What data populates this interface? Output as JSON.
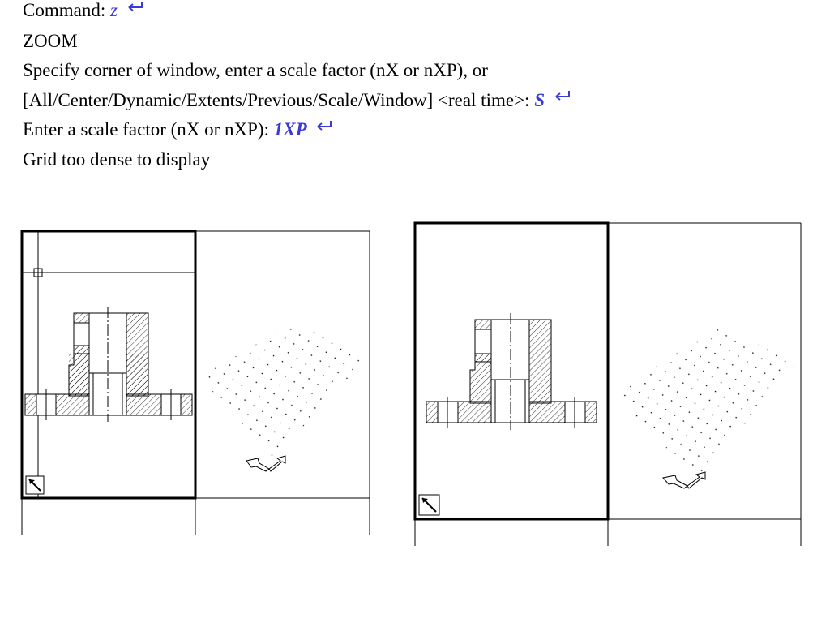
{
  "command_line": {
    "prompt_label": "Command:",
    "input_z": "z",
    "zoom_label": "ZOOM",
    "specify_label": "Specify corner of window, enter a scale factor (nX or nXP), or",
    "options_label": "[All/Center/Dynamic/Extents/Previous/Scale/Window] <real time>:",
    "input_s": "S",
    "scale_prompt": "Enter a scale factor (nX or nXP):",
    "input_scale": "1XP",
    "message": "Grid too dense to display",
    "enter_icon": "enter-key-icon",
    "input_color": "#3a3ad6"
  },
  "viewports": {
    "before_icon": "ucs-icon",
    "after_icon": "ucs-icon",
    "hatch_style": "diagonal-hatch",
    "grid_style": "dot-grid"
  }
}
